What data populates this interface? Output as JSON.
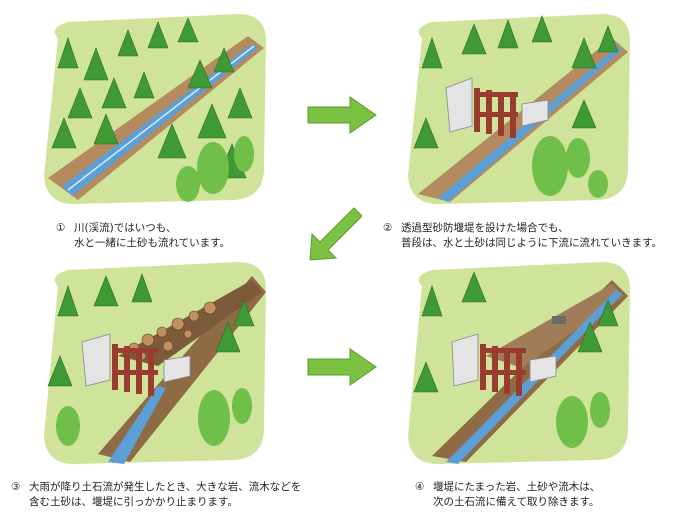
{
  "steps": [
    {
      "num": "①",
      "line1": "川(渓流)ではいつも、",
      "line2": "水と一緒に土砂も流れています。"
    },
    {
      "num": "②",
      "line1": "透過型砂防堰堤を設けた場合でも、",
      "line2": "普段は、水と土砂は同じように下流に流れていきます。"
    },
    {
      "num": "③",
      "line1": "大雨が降り土石流が発生したとき、大きな岩、流木などを",
      "line2": "含む土砂は、堰堤に引っかかり止まります。"
    },
    {
      "num": "④",
      "line1": "堰堤にたまった岩、土砂や流木は、",
      "line2": "次の土石流に備えて取り除きます。"
    }
  ],
  "colors": {
    "arrow": "#7bc142",
    "grass": "#c8e08a",
    "tree": "#4aa63a",
    "water": "#4a8ec8",
    "dam": "#9a3b30",
    "soil": "#a47a55"
  }
}
